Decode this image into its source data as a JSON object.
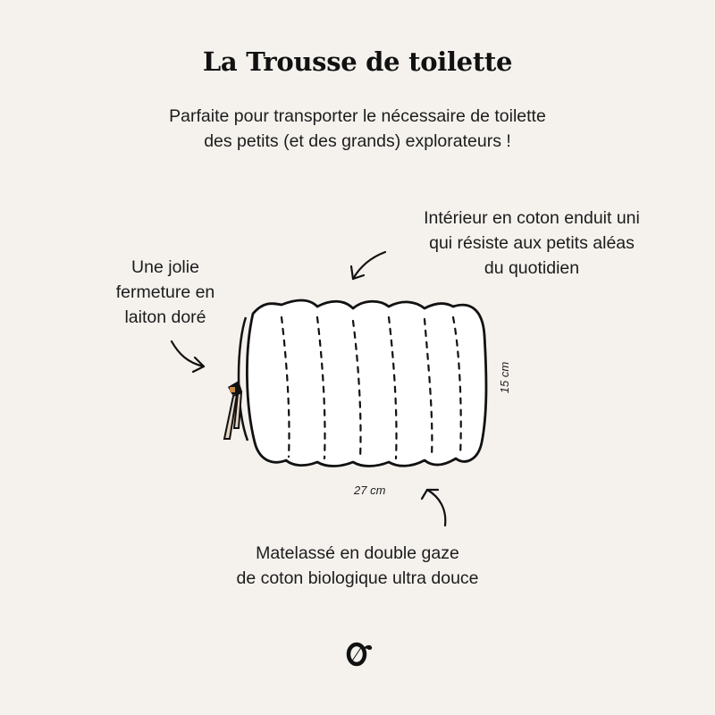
{
  "header": {
    "title": "La Trousse de toilette",
    "subtitle_lines": [
      "Parfaite pour transporter le nécessaire de toilette",
      "des petits (et des grands) explorateurs !"
    ]
  },
  "annotations": {
    "interior": {
      "lines": [
        "Intérieur en coton enduit uni",
        "qui résiste aux petits aléas",
        "du quotidien"
      ],
      "arrow_icon": "arrow-down-left-icon"
    },
    "zipper": {
      "lines": [
        "Une jolie",
        "fermeture en",
        "laiton doré"
      ],
      "arrow_icon": "arrow-down-right-icon"
    },
    "quilting": {
      "lines": [
        "Matelassé en double gaze",
        "de coton biologique ultra douce"
      ],
      "arrow_icon": "arrow-up-left-icon"
    }
  },
  "dimensions": {
    "width": "27 cm",
    "height": "15 cm"
  },
  "illustration": {
    "name": "quilted-toiletry-bag",
    "fill_color": "#ffffff",
    "outline_color": "#111111",
    "zipper_pull_color": "#e6d6c4",
    "zipper_tab_color": "#c98a45"
  },
  "brand": {
    "logo_icon": "brand-monogram-icon"
  },
  "colors": {
    "background": "#f5f2ee",
    "text": "#161616"
  }
}
